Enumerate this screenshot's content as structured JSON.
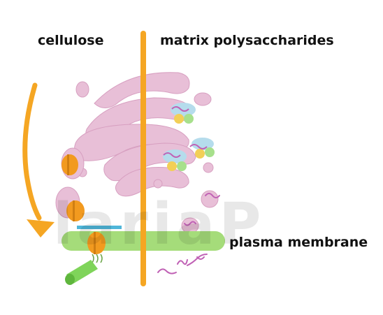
{
  "labels": {
    "left_title": "cellulose",
    "right_title": "matrix polysaccharides",
    "membrane": "plasma membrane"
  },
  "watermark": "lariaP",
  "colors": {
    "golgi": "#e8bfd7",
    "divider": "#f5a623",
    "membrane": "#a5dc7a",
    "synthase": "#f29a1f",
    "microfibril": "#7fd45a",
    "cellulose_strip": "#4fb6d9",
    "polysaccharide": "#c061b5",
    "enzyme_blue": "#b5dcec",
    "enzyme_yellow": "#f2cf57",
    "enzyme_green": "#a7e08c"
  }
}
